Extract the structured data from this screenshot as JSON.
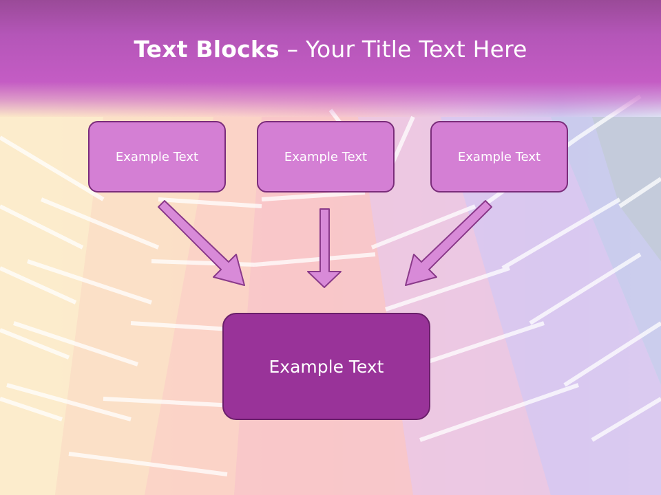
{
  "title": {
    "bold": "Text Blocks",
    "separator": " – ",
    "rest": "Your Title Text Here"
  },
  "boxes": {
    "left": "Example Text",
    "middle": "Example Text",
    "right": "Example Text",
    "bottom": "Example Text"
  },
  "colors": {
    "title_bar": "#c45cc4",
    "box_fill": "#d47fd4",
    "box_border": "#7a2c7a",
    "bottom_box_fill": "#993399",
    "arrow_fill": "#d88ad8",
    "arrow_stroke": "#8a3a8a"
  }
}
